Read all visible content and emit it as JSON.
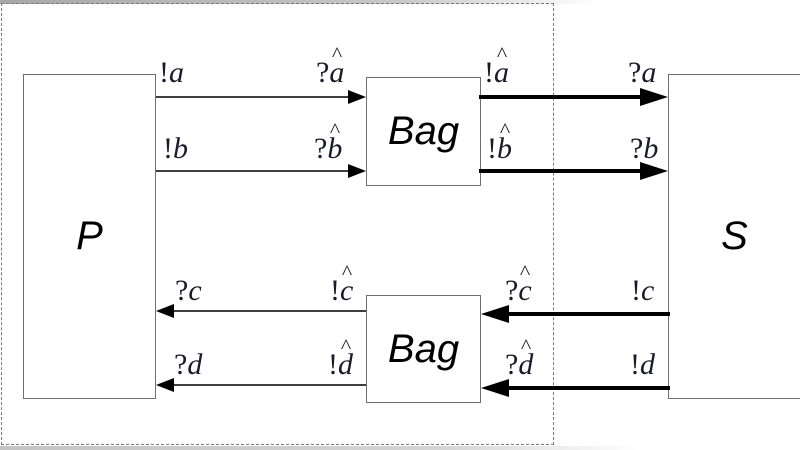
{
  "diagram": {
    "type": "process-communication",
    "frame": {
      "style": "dashed",
      "color": "#7a7a7a"
    },
    "nodes": [
      {
        "id": "P",
        "label": "P",
        "kind": "process"
      },
      {
        "id": "bag_top",
        "label": "Bag",
        "kind": "buffer"
      },
      {
        "id": "bag_bottom",
        "label": "Bag",
        "kind": "buffer"
      },
      {
        "id": "S",
        "label": "S",
        "kind": "process"
      }
    ],
    "edges": [
      {
        "from": "P",
        "to": "bag_top",
        "send": "!a",
        "recv": "?â",
        "weight": "thin"
      },
      {
        "from": "P",
        "to": "bag_top",
        "send": "!b",
        "recv": "?b̂",
        "weight": "thin"
      },
      {
        "from": "bag_top",
        "to": "S",
        "send": "!â",
        "recv": "?a",
        "weight": "thick"
      },
      {
        "from": "bag_top",
        "to": "S",
        "send": "!b̂",
        "recv": "?b",
        "weight": "thick"
      },
      {
        "from": "bag_bottom",
        "to": "P",
        "send": "!ĉ",
        "recv": "?c",
        "weight": "thin"
      },
      {
        "from": "bag_bottom",
        "to": "P",
        "send": "!d̂",
        "recv": "?d",
        "weight": "thin"
      },
      {
        "from": "S",
        "to": "bag_bottom",
        "send": "!c",
        "recv": "?ĉ",
        "weight": "thick"
      },
      {
        "from": "S",
        "to": "bag_bottom",
        "send": "!d",
        "recv": "?d̂",
        "weight": "thick"
      }
    ]
  },
  "boxes": {
    "p": "P",
    "bag_top": "Bag",
    "bag_bottom": "Bag",
    "s": "S"
  },
  "labels": {
    "p_send_a": {
      "op": "!",
      "var": "a",
      "hat": false
    },
    "bag_recv_a": {
      "op": "?",
      "var": "a",
      "hat": true
    },
    "p_send_b": {
      "op": "!",
      "var": "b",
      "hat": false
    },
    "bag_recv_b": {
      "op": "?",
      "var": "b",
      "hat": true
    },
    "bag_send_a": {
      "op": "!",
      "var": "a",
      "hat": true
    },
    "s_recv_a": {
      "op": "?",
      "var": "a",
      "hat": false
    },
    "bag_send_b": {
      "op": "!",
      "var": "b",
      "hat": true
    },
    "s_recv_b": {
      "op": "?",
      "var": "b",
      "hat": false
    },
    "p_recv_c": {
      "op": "?",
      "var": "c",
      "hat": false
    },
    "bag_send_c": {
      "op": "!",
      "var": "c",
      "hat": true
    },
    "p_recv_d": {
      "op": "?",
      "var": "d",
      "hat": false
    },
    "bag_send_d": {
      "op": "!",
      "var": "d",
      "hat": true
    },
    "bag_recv_c": {
      "op": "?",
      "var": "c",
      "hat": true
    },
    "s_send_c": {
      "op": "!",
      "var": "c",
      "hat": false
    },
    "bag_recv_d": {
      "op": "?",
      "var": "d",
      "hat": true
    },
    "s_send_d": {
      "op": "!",
      "var": "d",
      "hat": false
    }
  },
  "colors": {
    "stroke": "#000000",
    "box_border": "#6e6e6e",
    "frame": "#7a7a7a",
    "label_text": "#1a1a2a"
  }
}
